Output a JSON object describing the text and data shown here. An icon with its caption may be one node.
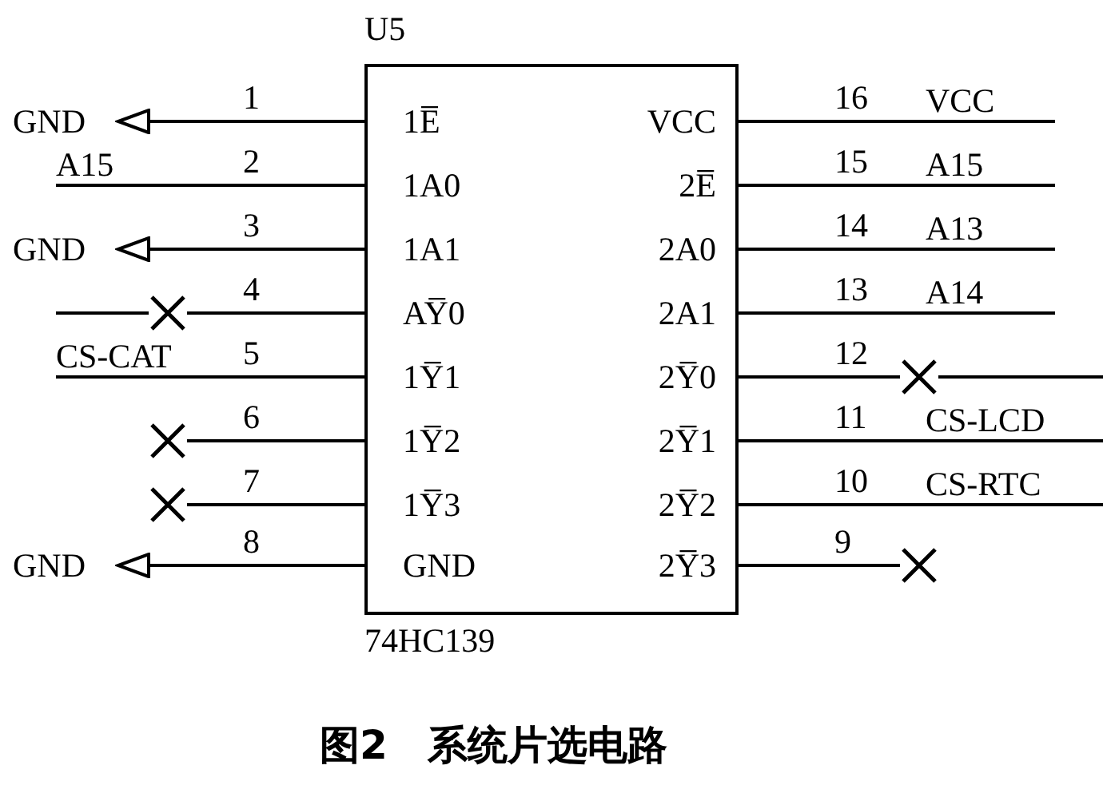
{
  "diagram": {
    "caption": "图2　系统片选电路",
    "nodes": [
      {
        "text": [
          "U5",
          "74HC139"
        ]
      },
      {
        "text": [
          "GND"
        ]
      },
      {
        "text": [
          "VCC"
        ]
      },
      {
        "text": [
          "A15"
        ]
      },
      {
        "text": [
          "A15"
        ]
      },
      {
        "text": [
          "GND"
        ]
      },
      {
        "text": [
          "A13"
        ]
      },
      {
        "text": [],
        "shape": "cross"
      },
      {
        "text": [
          "A14"
        ]
      },
      {
        "text": [
          "CS-CAT"
        ]
      },
      {
        "text": [],
        "shape": "cross"
      },
      {
        "text": [],
        "shape": "cross"
      },
      {
        "text": [
          "CS-LCD"
        ]
      },
      {
        "text": [],
        "shape": "cross"
      },
      {
        "text": [
          "CS-RTC"
        ]
      },
      {
        "text": [
          "GND"
        ]
      },
      {
        "text": [],
        "shape": "cross"
      }
    ],
    "edges": [
      {
        "from": 0,
        "to": 1,
        "arrow": "to",
        "label": "1"
      },
      {
        "from": 0,
        "to": 3,
        "arrow": "none",
        "label": "2"
      },
      {
        "from": 0,
        "to": 5,
        "arrow": "to",
        "label": "3"
      },
      {
        "from": 0,
        "to": 7,
        "arrow": "none",
        "label": "4"
      },
      {
        "from": 0,
        "to": 9,
        "arrow": "none",
        "label": "5"
      },
      {
        "from": 0,
        "to": 11,
        "arrow": "none",
        "label": "6"
      },
      {
        "from": 0,
        "to": 13,
        "arrow": "none",
        "label": "7"
      },
      {
        "from": 0,
        "to": 15,
        "arrow": "to",
        "label": "8"
      },
      {
        "from": 0,
        "to": 16,
        "arrow": "none",
        "label": "9"
      },
      {
        "from": 0,
        "to": 14,
        "arrow": "none",
        "label": "10"
      },
      {
        "from": 0,
        "to": 12,
        "arrow": "none",
        "label": "11"
      },
      {
        "from": 0,
        "to": 10,
        "arrow": "none",
        "label": "12"
      },
      {
        "from": 0,
        "to": 8,
        "arrow": "none",
        "label": "13"
      },
      {
        "from": 0,
        "to": 6,
        "arrow": "none",
        "label": "14"
      },
      {
        "from": 0,
        "to": 4,
        "arrow": "none",
        "label": "15"
      },
      {
        "from": 0,
        "to": 2,
        "arrow": "none",
        "label": "16"
      }
    ],
    "labels": [
      "1E̅",
      "VCC",
      "1A0",
      "2E̅",
      "1A1",
      "2A0",
      "AY̅0",
      "2A1",
      "1Y̅1",
      "2Y̅0",
      "1Y̅2",
      "2Y̅1",
      "1Y̅3",
      "2Y̅2",
      "GND",
      "2Y̅3"
    ]
  }
}
